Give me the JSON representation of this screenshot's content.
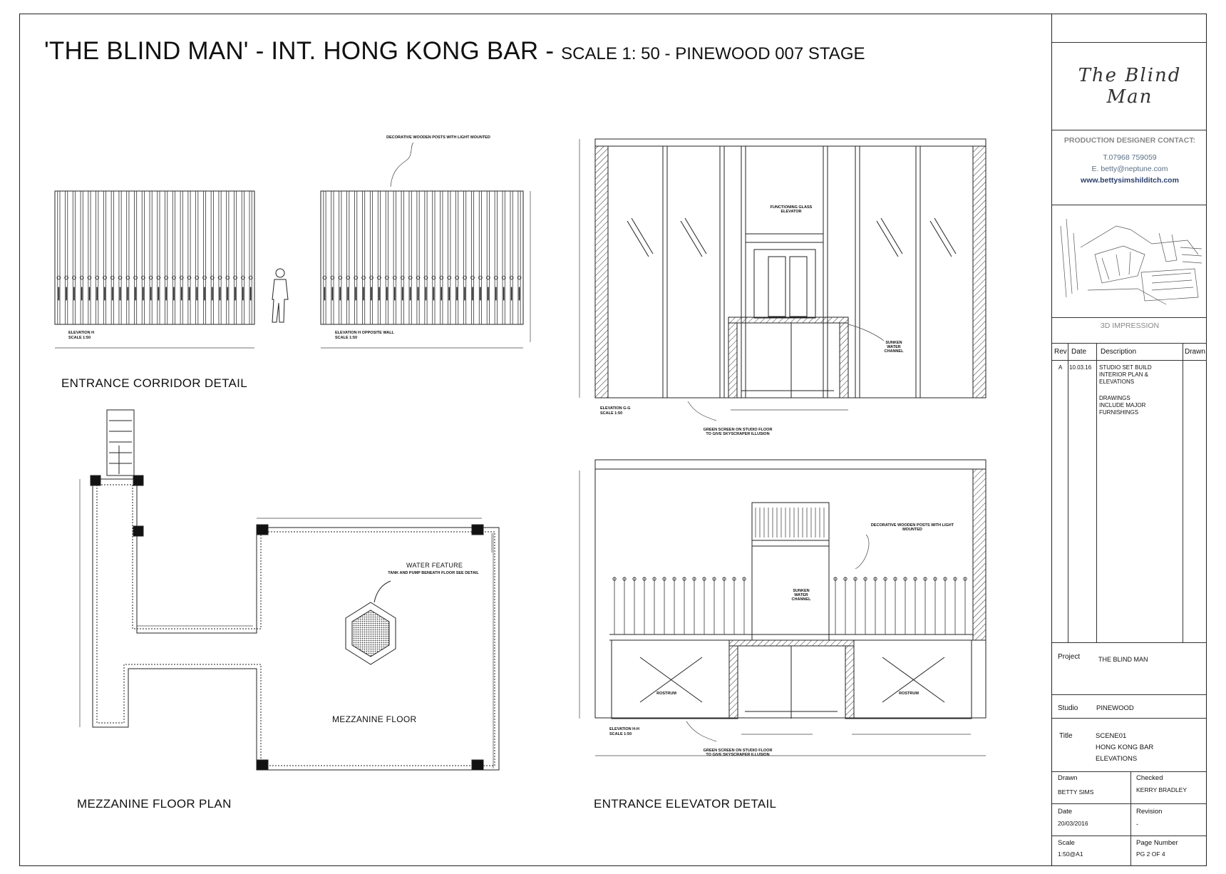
{
  "sheet_title": {
    "main": "'THE BLIND MAN' - INT. HONG KONG BAR - ",
    "scale": "SCALE 1: 50 - PINEWOOD 007 STAGE"
  },
  "drawings": {
    "corridor_label": "ENTRANCE CORRIDOR DETAIL",
    "mezzanine_label": "MEZZANINE FLOOR PLAN",
    "elevator_label": "ENTRANCE ELEVATOR DETAIL",
    "mezzanine_floor_text": "MEZZANINE FLOOR",
    "water_feature": "WATER FEATURE",
    "water_feature_note": "TANK AND PUMP BENEATH FLOOR SEE DETAIL",
    "wooden_posts_note": "DECORATIVE WOODEN POSTS WITH LIGHT MOUNTED",
    "glass_elevator_note": "FUNCTIONING GLASS ELEVATOR",
    "sunken_channel_note": "SUNKEN WATER CHANNEL",
    "green_screen_note": "GREEN SCREEN ON STUDIO FLOOR TO GIVE SKYSCRAPER ILLUSION",
    "rostrum": "ROSTRUM",
    "elevation_h": "ELEVATION H",
    "elevation_opposite": "ELEVATION H OPPOSITE WALL",
    "elevation_gg": "ELEVATION G-G",
    "elevation_hh": "ELEVATION H-H",
    "scale_note": "SCALE 1:50"
  },
  "title_block": {
    "logo": "The Blind Man",
    "contact_heading": "PRODUCTION DESIGNER CONTACT:",
    "phone": "T.07968 759059",
    "email": "E. betty@neptune.com",
    "website": "www.bettysimshilditch.com",
    "impression_label": "3D IMPRESSION",
    "rev_headers": [
      "Rev",
      "Date",
      "Description",
      "Drawn"
    ],
    "rev_row": {
      "rev": "A",
      "date": "10.03.16",
      "description_1": "STUDIO SET BUILD INTERIOR PLAN & ELEVATIONS",
      "description_2": "DRAWINGS INCLUDE MAJOR FURNISHINGS"
    },
    "project_label": "Project",
    "project_value": "THE BLIND MAN",
    "studio_label": "Studio",
    "studio_value": "PINEWOOD",
    "title_label": "Title",
    "title_value_1": "SCENE01",
    "title_value_2": "HONG KONG BAR",
    "title_value_3": "ELEVATIONS",
    "drawn_label": "Drawn",
    "drawn_value": "BETTY SIMS",
    "checked_label": "Checked",
    "checked_value": "KERRY BRADLEY",
    "date_label": "Date",
    "date_value": "20/03/2016",
    "revision_label": "Revision",
    "revision_value": "-",
    "scale_label": "Scale",
    "scale_value": "1:50@A1",
    "page_label": "Page Number",
    "page_value": "PG 2 OF 4"
  }
}
